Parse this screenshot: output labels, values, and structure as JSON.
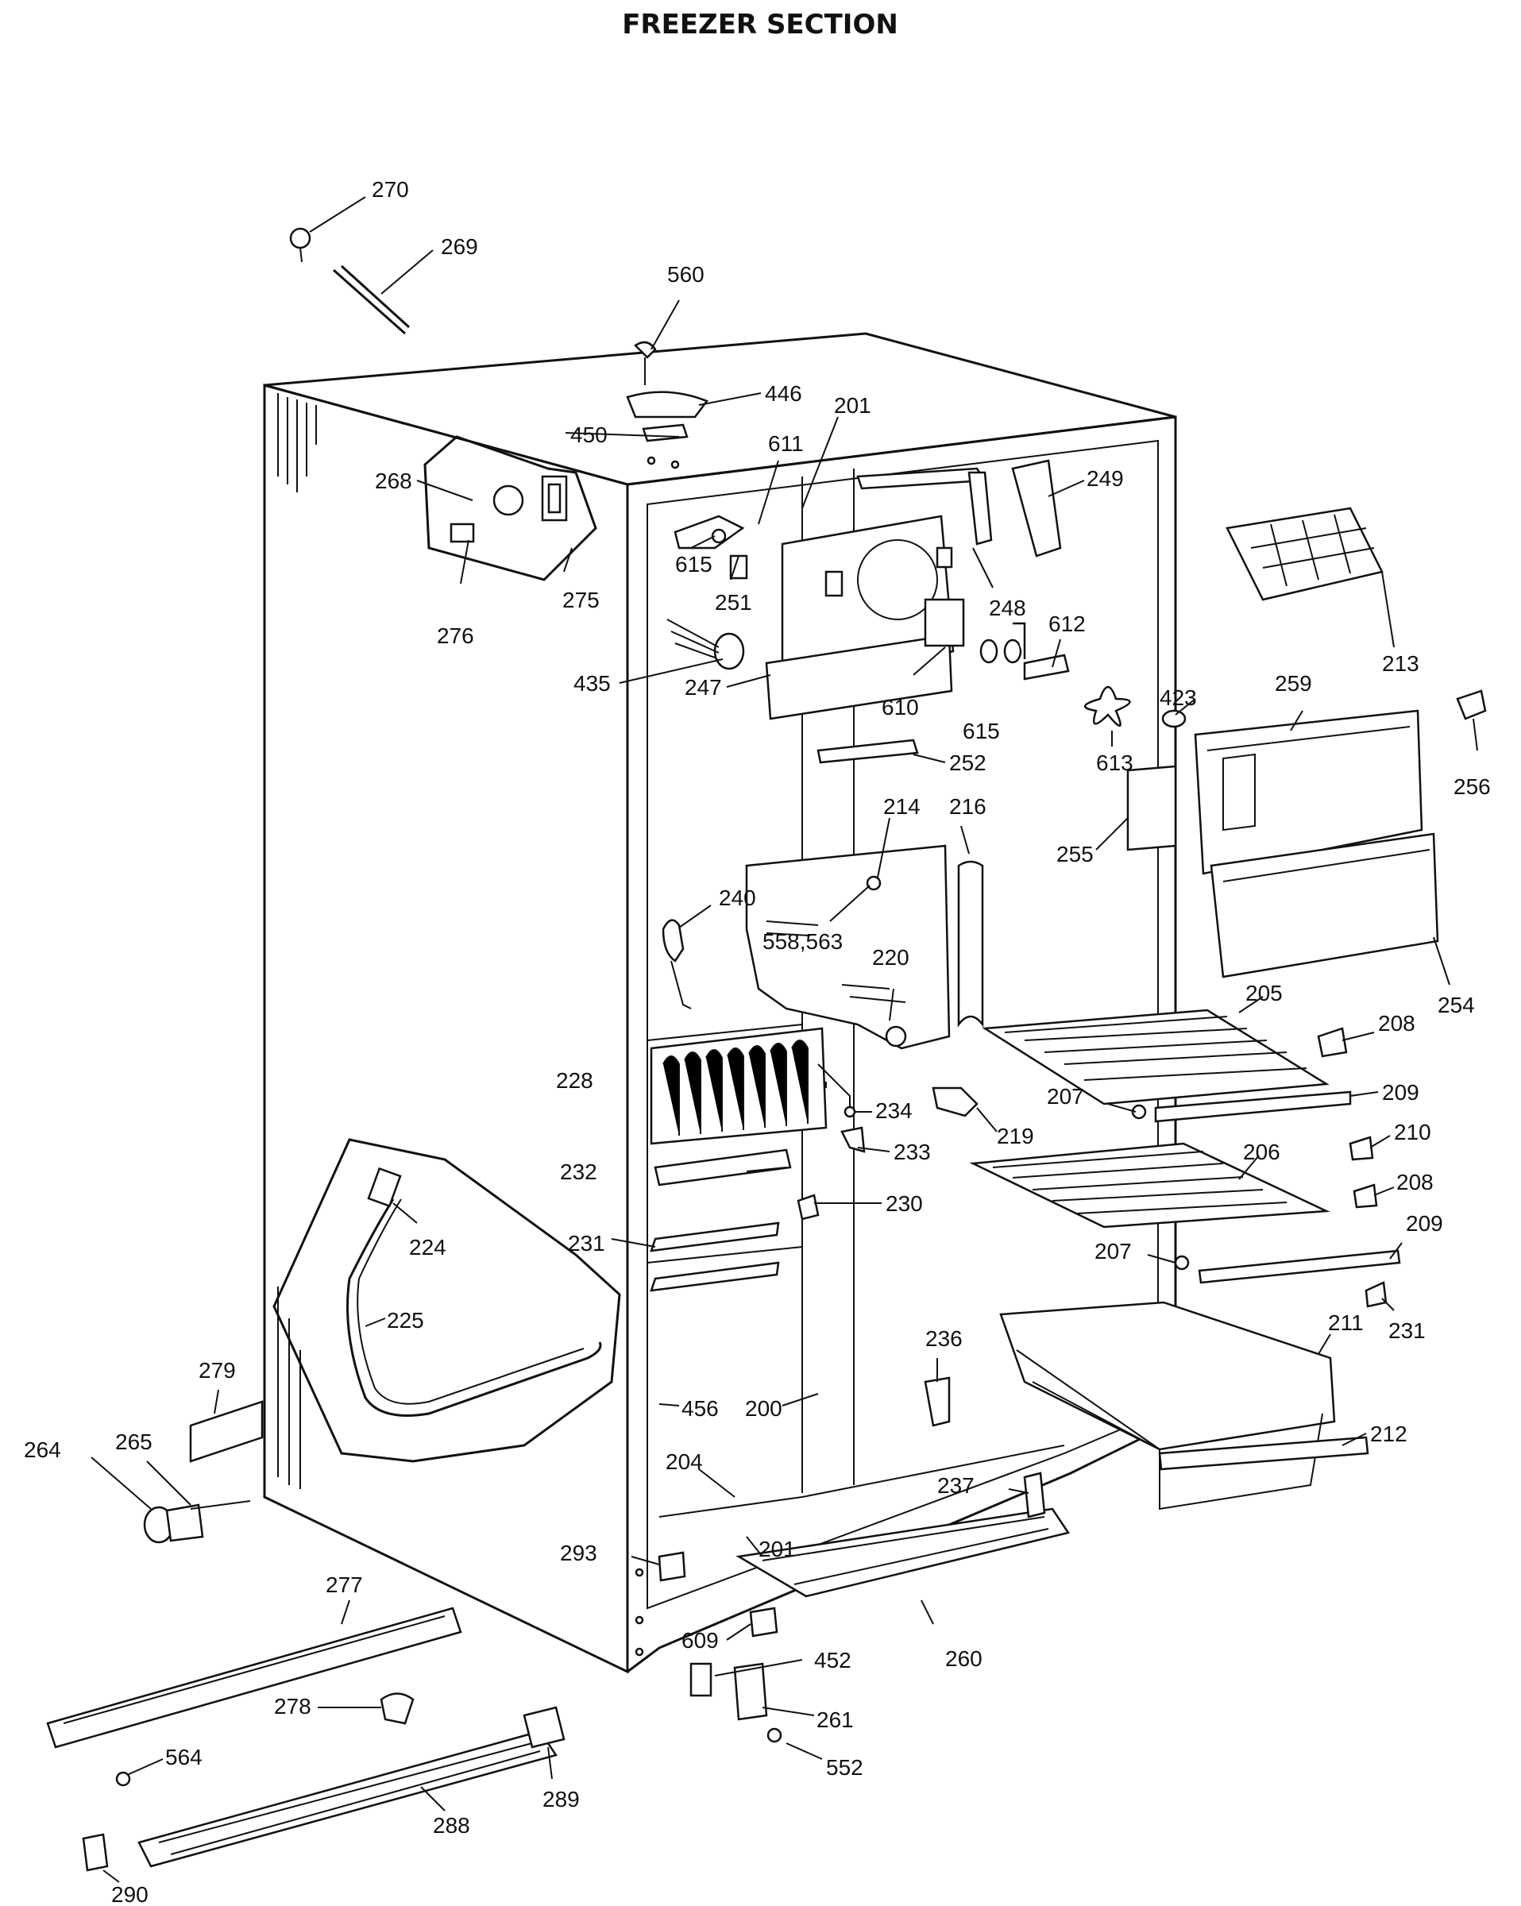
{
  "title": "FREEZER SECTION",
  "labels": [
    "270",
    "269",
    "560",
    "446",
    "450",
    "201",
    "611",
    "249",
    "268",
    "615",
    "251",
    "248",
    "213",
    "275",
    "276",
    "435",
    "247",
    "610",
    "612",
    "423",
    "259",
    "615",
    "613",
    "256",
    "252",
    "214",
    "216",
    "255",
    "240",
    "558,563",
    "220",
    "254",
    "205",
    "208",
    "228",
    "234",
    "207",
    "209",
    "219",
    "233",
    "232",
    "230",
    "210",
    "206",
    "208",
    "224",
    "231",
    "209",
    "207",
    "231",
    "225",
    "211",
    "236",
    "279",
    "456",
    "200",
    "212",
    "264",
    "265",
    "204",
    "237",
    "201",
    "293",
    "277",
    "609",
    "452",
    "260",
    "278",
    "261",
    "564",
    "552",
    "289",
    "288",
    "290"
  ]
}
